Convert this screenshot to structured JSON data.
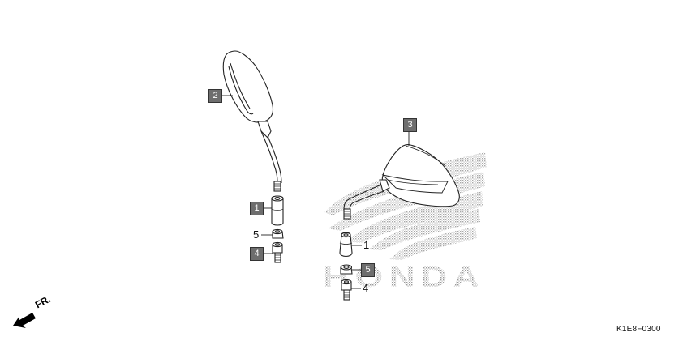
{
  "diagram": {
    "type": "parts-exploded-view",
    "subject": "Rear view mirrors",
    "watermark_text": "HONDA",
    "direction_indicator": "FR.",
    "figure_code": "K1E8F0300",
    "callouts": [
      {
        "id": "c2",
        "label": "2",
        "style": "box",
        "part": "left mirror"
      },
      {
        "id": "c1a",
        "label": "1",
        "style": "box",
        "part": "mirror boot (left)"
      },
      {
        "id": "c5a",
        "label": "5",
        "style": "plain",
        "part": "nut (left)"
      },
      {
        "id": "c4a",
        "label": "4",
        "style": "box",
        "part": "adapter bolt (left)"
      },
      {
        "id": "c3",
        "label": "3",
        "style": "box",
        "part": "right mirror"
      },
      {
        "id": "c1b",
        "label": "1",
        "style": "plain",
        "part": "mirror boot (right)"
      },
      {
        "id": "c5b",
        "label": "5",
        "style": "box",
        "part": "nut (right)"
      },
      {
        "id": "c4b",
        "label": "4",
        "style": "plain",
        "part": "adapter bolt (right)"
      }
    ]
  },
  "colors": {
    "callout_box": "#6e6e6e",
    "line": "#222222",
    "watermark": "#bdbdbd"
  }
}
